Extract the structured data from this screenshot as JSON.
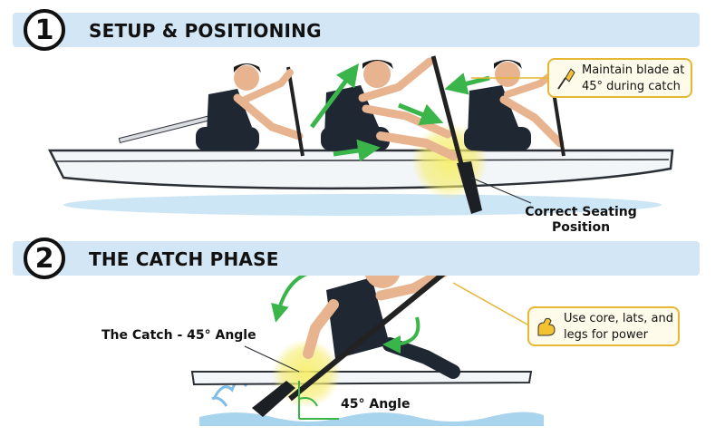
{
  "sections": [
    {
      "number": "1",
      "title": "SETUP & POSITIONING"
    },
    {
      "number": "2",
      "title": "THE CATCH PHASE"
    }
  ],
  "callouts": {
    "blade": {
      "line1": "Maintain blade at",
      "line2": "45° during catch",
      "icon": "paddle-icon"
    },
    "power": {
      "line1": "Use core, lats, and",
      "line2": "legs for power",
      "icon": "flexed-arm-icon"
    }
  },
  "labels": {
    "seating_line1": "Correct Seating",
    "seating_line2": "Position",
    "catch_angle": "The Catch - 45° Angle",
    "angle": "45° Angle"
  },
  "colors": {
    "banner": "#d3e6f5",
    "arrow_green": "#3ab54a",
    "highlight_yellow": "#f5ec6a",
    "callout_border": "#e6b733",
    "jersey": "#1f2733",
    "skin": "#e8b48f",
    "water": "#a9d4ee"
  }
}
